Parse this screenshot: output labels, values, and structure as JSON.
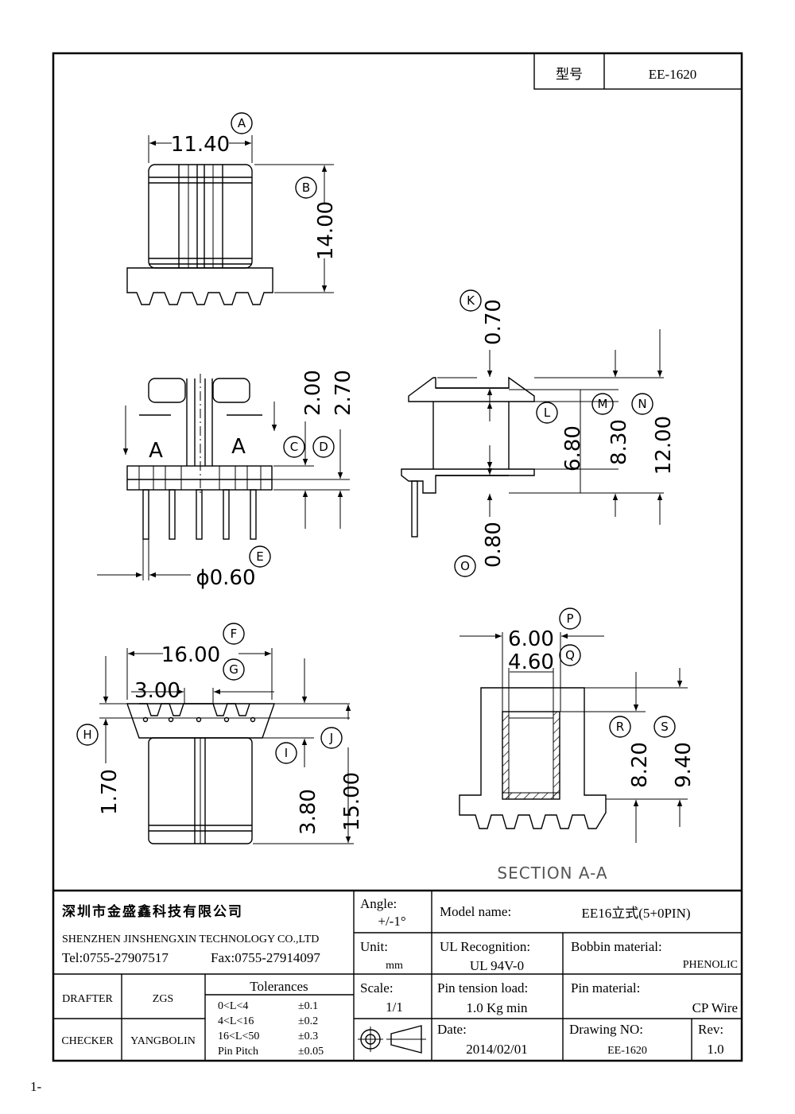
{
  "title_block": {
    "model_label": "型号",
    "model_value": "EE-1620",
    "company_cn": "深圳市金盛鑫科技有限公司",
    "company_en": "SHENZHEN JINSHENGXIN TECHNOLOGY CO.,LTD",
    "phone": "Tel:0755-27907517",
    "fax": "Fax:0755-27914097",
    "angle_label": "Angle:",
    "angle_value": "+/-1°",
    "unit_label": "Unit:",
    "unit_value": "mm",
    "scale_label": "Scale:",
    "scale_value": "1/1",
    "model_name_label": "Model name:",
    "model_name_value": "EE16立式(5+0PIN)",
    "ul_label": "UL Recognition:",
    "ul_value": "UL 94V-0",
    "bobbin_label": "Bobbin material:",
    "bobbin_value": "PHENOLIC",
    "pin_tension_label": "Pin tension load:",
    "pin_tension_value": "1.0 Kg min",
    "pin_material_label": "Pin material:",
    "pin_material_value": "CP Wire",
    "date_label": "Date:",
    "date_value": "2014/02/01",
    "drawing_no_label": "Drawing NO:",
    "drawing_no_value": "EE-1620",
    "rev_label": "Rev:",
    "rev_value": "1.0",
    "drafter_label": "DRAFTER",
    "drafter_value": "ZGS",
    "checker_label": "CHECKER",
    "checker_value": "YANGBOLIN",
    "tolerances_title": "Tolerances",
    "tolerances": [
      {
        "range": "0<L<4",
        "value": "±0.1"
      },
      {
        "range": "4<L<16",
        "value": "±0.2"
      },
      {
        "range": "16<L<50",
        "value": "±0.3"
      },
      {
        "range": "Pin Pitch",
        "value": "±0.05"
      }
    ]
  },
  "dimensions": {
    "A": "11.40",
    "B": "14.00",
    "C": "2.00",
    "D": "2.70",
    "E": "ϕ0.60",
    "F": "16.00",
    "G": "3.00",
    "H": "1.70",
    "I": "3.80",
    "J": "15.00",
    "K": "0.70",
    "L": "6.80",
    "M": "8.30",
    "N": "12.00",
    "O": "0.80",
    "P": "6.00",
    "Q": "4.60",
    "R": "8.20",
    "S": "9.40"
  },
  "labels": {
    "A": "A",
    "B": "B",
    "C": "C",
    "D": "D",
    "E": "E",
    "F": "F",
    "G": "G",
    "H": "H",
    "I": "I",
    "J": "J",
    "K": "K",
    "L": "L",
    "M": "M",
    "N": "N",
    "O": "O",
    "P": "P",
    "Q": "Q",
    "R": "R",
    "S": "S"
  },
  "section_marker": "A",
  "section_caption": "SECTION A-A",
  "page_mark": "1-"
}
